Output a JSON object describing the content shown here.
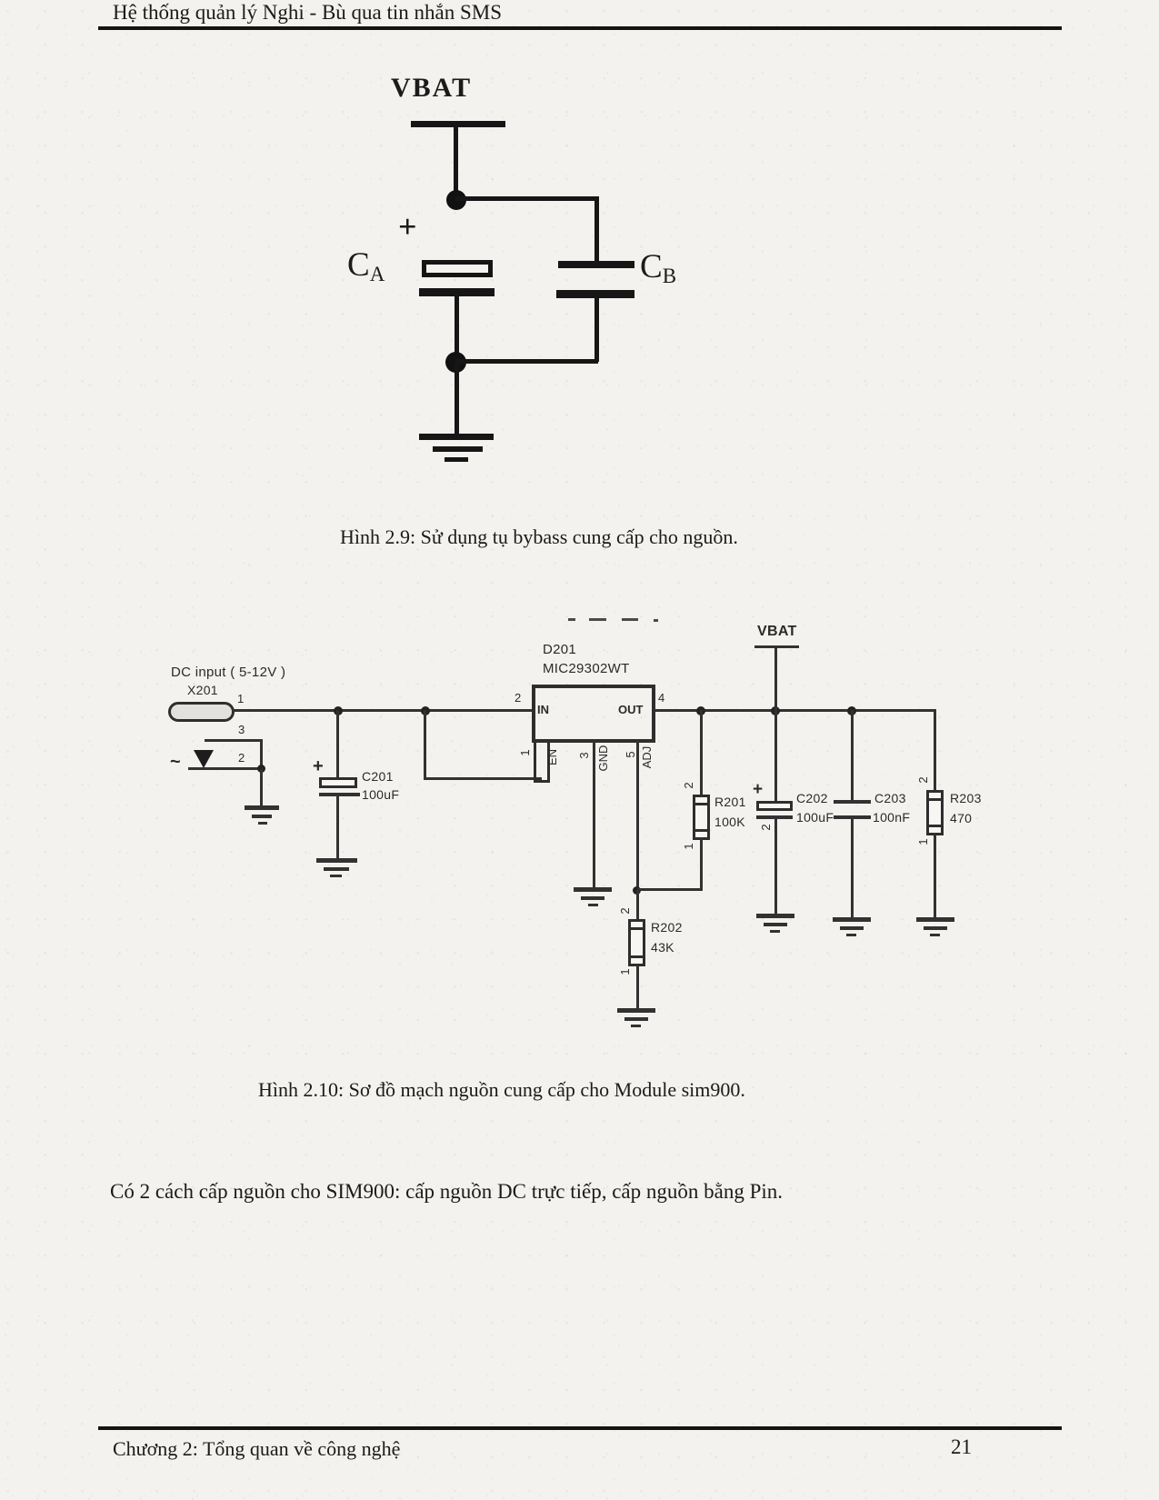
{
  "header": {
    "title": "Hệ thống quản lý Nghi - Bù qua tin nhắn SMS"
  },
  "fig29": {
    "vbat": "VBAT",
    "plus": "+",
    "ca": "C",
    "ca_sub": "A",
    "cb": "C",
    "cb_sub": "B",
    "caption": "Hình 2.9: Sử dụng tụ bybass cung cấp cho nguồn."
  },
  "fig210": {
    "caption": "Hình 2.10: Sơ đồ mạch nguồn cung cấp cho Module sim900.",
    "dc_input_label": "DC input ( 5-12V )",
    "x201_ref": "X201",
    "pin1": "1",
    "pin2": "2",
    "pin3": "3",
    "squiggle": "~",
    "c201_plus": "+",
    "c201_ref": "C201",
    "c201_val": "100uF",
    "d201_ref": "D201",
    "d201_part": "MIC29302WT",
    "pin_in_num": "2",
    "pin_in": "IN",
    "pin_out": "OUT",
    "pin_out_num": "4",
    "pin_en_num": "1",
    "pin_en": "EN",
    "pin_gnd_num": "3",
    "pin_gnd": "GND",
    "pin_adj_num": "5",
    "pin_adj": "ADJ",
    "vbat": "VBAT",
    "r201_pin2": "2",
    "r201_ref": "R201",
    "r201_val": "100K",
    "r201_pin1": "1",
    "c202_plus": "+",
    "c202_ref": "C202",
    "c202_val": "100uF",
    "c202_pin2": "2",
    "c203_ref": "C203",
    "c203_val": "100nF",
    "r203_pin2": "2",
    "r203_ref": "R203",
    "r203_val": "470",
    "r203_pin1": "1",
    "r202_pin2": "2",
    "r202_ref": "R202",
    "r202_val": "43K",
    "r202_pin1": "1"
  },
  "body_text": "Có 2 cách cấp nguồn cho SIM900: cấp nguồn DC trực tiếp, cấp nguồn bằng Pin.",
  "footer": {
    "left": "Chương 2: Tổng quan về công nghệ",
    "page_number": "21"
  }
}
